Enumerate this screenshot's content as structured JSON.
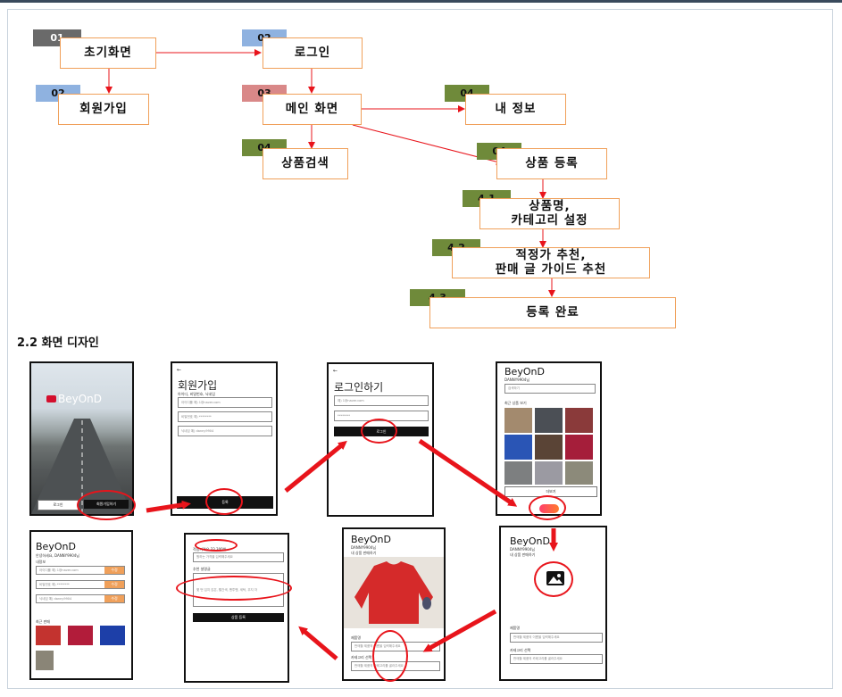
{
  "flow": {
    "nodes": [
      {
        "id": "n1",
        "label": "초기화면",
        "badge": "01",
        "badge_color": "#6a6a6a"
      },
      {
        "id": "n2",
        "label": "로그인",
        "badge": "02",
        "badge_color": "#8fb2e0"
      },
      {
        "id": "n3",
        "label": "회원가입",
        "badge": "02",
        "badge_color": "#8fb2e0"
      },
      {
        "id": "n4",
        "label": "메인 화면",
        "badge": "03",
        "badge_color": "#d98888"
      },
      {
        "id": "n5",
        "label": "내 정보",
        "badge": "04",
        "badge_color": "#6f8a3a"
      },
      {
        "id": "n6",
        "label": "상품검색",
        "badge": "04",
        "badge_color": "#6f8a3a"
      },
      {
        "id": "n7",
        "label": "상품 등록",
        "badge": "04",
        "badge_color": "#6f8a3a"
      },
      {
        "id": "n8",
        "label": "상품명,\n카테고리 설정",
        "badge": "4-1",
        "badge_color": "#6f8a3a"
      },
      {
        "id": "n9",
        "label": "적정가 추천,\n판매 글 가이드 추천",
        "badge": "4-2",
        "badge_color": "#6f8a3a"
      },
      {
        "id": "n10",
        "label": "등록 완료",
        "badge": "4-3",
        "badge_color": "#6f8a3a"
      }
    ],
    "edges": [
      [
        "n1",
        "n2"
      ],
      [
        "n1",
        "n3"
      ],
      [
        "n2",
        "n4"
      ],
      [
        "n4",
        "n5"
      ],
      [
        "n4",
        "n6"
      ],
      [
        "n4",
        "n7"
      ],
      [
        "n7",
        "n8"
      ],
      [
        "n8",
        "n9"
      ],
      [
        "n9",
        "n10"
      ]
    ],
    "arrow_color": "#e8141b",
    "box_border": "#f0a05a"
  },
  "section_title": "2.2 화면 디자인",
  "screens": {
    "splash": {
      "brand": "BeyOnD",
      "login_btn": "로그인",
      "signup_btn": "회원가입하기"
    },
    "signup": {
      "back": "←",
      "title": "회원가입",
      "subtitle": "아이디, 비밀번호, 닉네임",
      "id_placeholder": "아이디를 예) 1@naver.com",
      "pw_placeholder": "비밀번호 예) ********",
      "nick_placeholder": "닉네임 예) danny9904",
      "submit": "등록"
    },
    "login": {
      "back": "←",
      "title": "로그인하기",
      "id_placeholder": "예) 1@naver.com",
      "pw_placeholder": "********",
      "submit": "로그인"
    },
    "main": {
      "brand": "BeyOnD",
      "greeting": "DANNY9904님",
      "search_placeholder": "검색하기",
      "section": "최근 상품 보기",
      "more": "더보기"
    },
    "myinfo": {
      "brand": "BeyOnD",
      "greeting": "안녕하세요, DANNY9904님",
      "section": "내정보",
      "id_value": "아이디를 예) 1@naver.com",
      "pw_value": "비밀번호 예) ********",
      "nick_value": "닉네임 예) danny9904",
      "edit": "수정",
      "items_title": "최근 판매"
    },
    "price": {
      "price_label": "적정가격은 33,300원",
      "price_placeholder": "원하는 가격을 입력해주세요",
      "guide_label": "추천 설명글",
      "guide_text": "몇 번 입지 않은, 빨간색, 맨투맨, 세탁, 무지 자",
      "submit": "상품 등록"
    },
    "product": {
      "brand": "BeyOnD",
      "greeting": "DANNY9904님",
      "sub": "내 상품 판매하기",
      "name_label": "제품명",
      "name_placeholder": "판매할 제품의 이름을 입력해주세요",
      "cat_label": "카테고리 선택",
      "cat_placeholder": "판매할 제품의 카테고리를 골라주세요"
    },
    "register": {
      "brand": "BeyOnD",
      "greeting": "DANNY9904님",
      "sub": "내 상품 판매하기",
      "name_label": "제품명",
      "name_placeholder": "판매할 제품의 이름을 입력해주세요",
      "cat_label": "카테고리 선택",
      "cat_placeholder": "판매할 제품의 카테고리를 골라주세요"
    }
  }
}
